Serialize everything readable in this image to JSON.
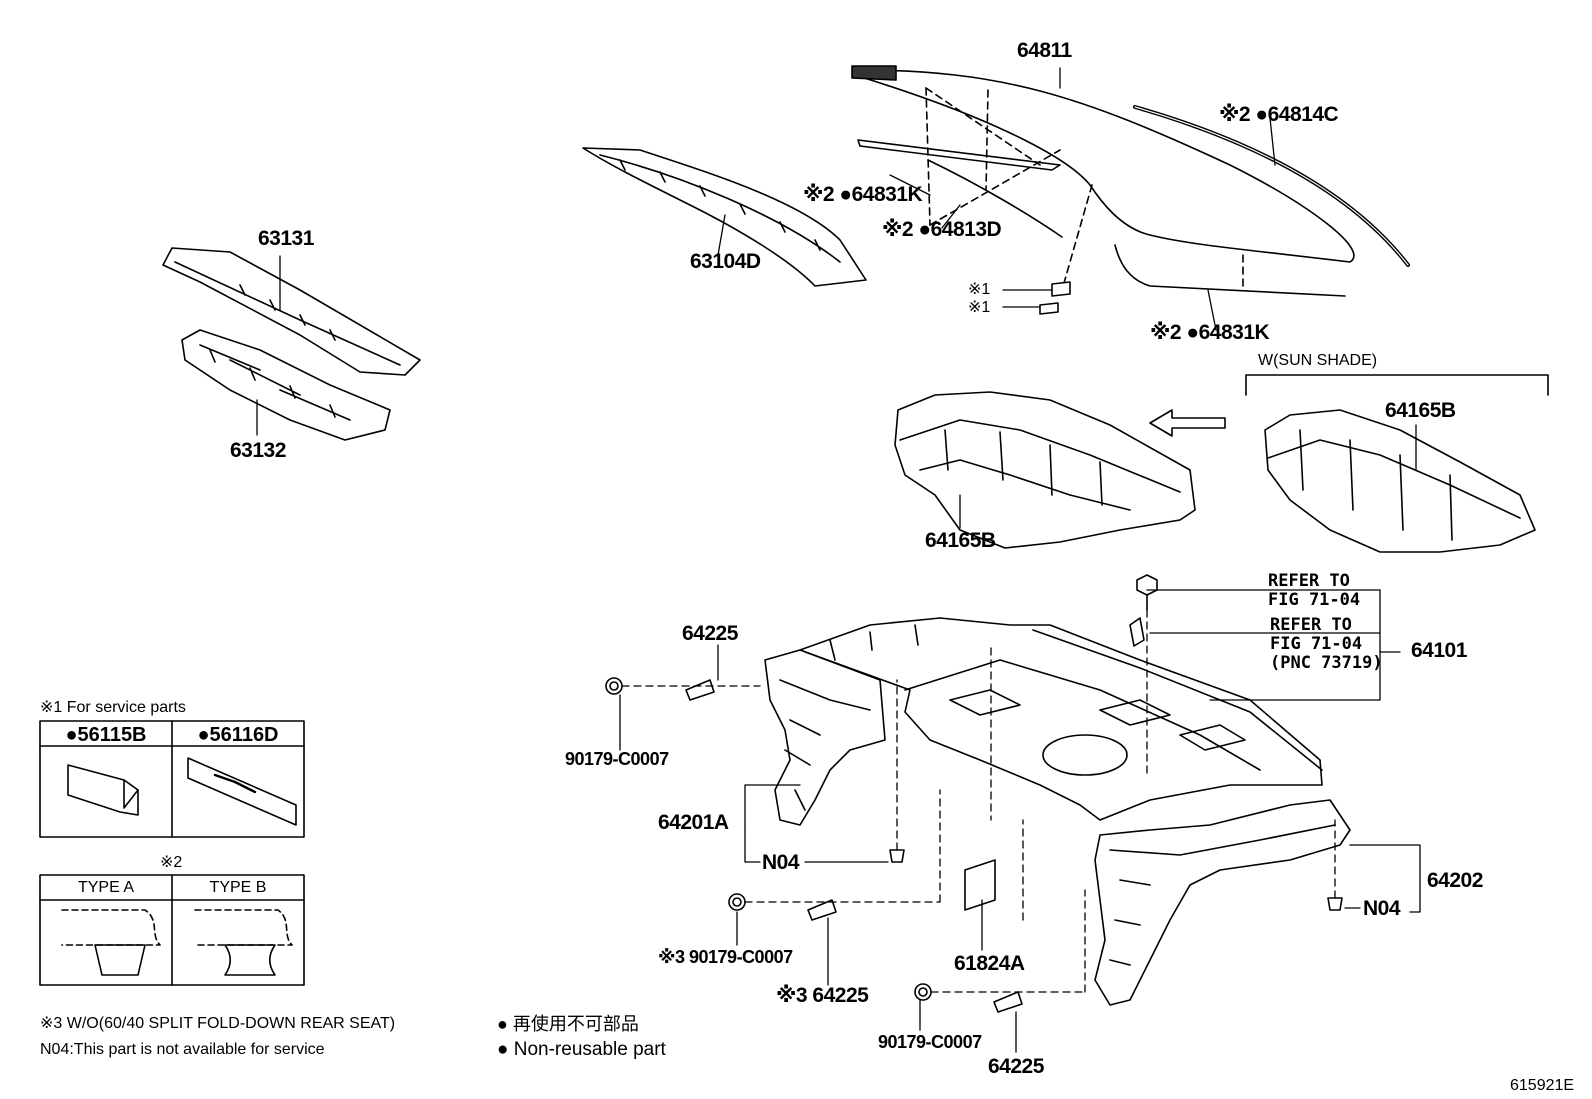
{
  "labels": {
    "p64811": "64811",
    "p64814C": "※2 ●64814C",
    "p64831K_top": "※2 ●64831K",
    "p64813D": "※2 ●64813D",
    "p63104D": "63104D",
    "p63131": "63131",
    "p63132": "63132",
    "note1a": "※1",
    "note1b": "※1",
    "p64831K_bottom": "※2 ●64831K",
    "sunshade": "W(SUN SHADE)",
    "p64165B_left": "64165B",
    "p64165B_right": "64165B",
    "refer1_line1": "REFER TO",
    "refer1_line2": "FIG 71-04",
    "refer2_line1": "REFER TO",
    "refer2_line2": "FIG 71-04",
    "refer2_line3": "(PNC 73719)",
    "p64101": "64101",
    "p64225_top": "64225",
    "p90179_top": "90179-C0007",
    "p64201A": "64201A",
    "n04_left": "N04",
    "p64202": "64202",
    "n04_right": "N04",
    "p90179_mid": "※3 90179-C0007",
    "p64225_mid": "※3 64225",
    "p61824A": "61824A",
    "p90179_bottom": "90179-C0007",
    "p64225_bottom": "64225",
    "diagram_id": "615921E"
  },
  "service_box": {
    "title": "※1 For service parts",
    "col1": "●56115B",
    "col2": "●56116D"
  },
  "type_box": {
    "title": "※2",
    "col1": "TYPE A",
    "col2": "TYPE B"
  },
  "footnotes": {
    "note3": "※3  W/O(60/40 SPLIT FOLD-DOWN REAR SEAT)",
    "n04": "N04:This part is not available for service",
    "jp": "● 再使用不可部品",
    "en": "● Non-reusable part"
  }
}
